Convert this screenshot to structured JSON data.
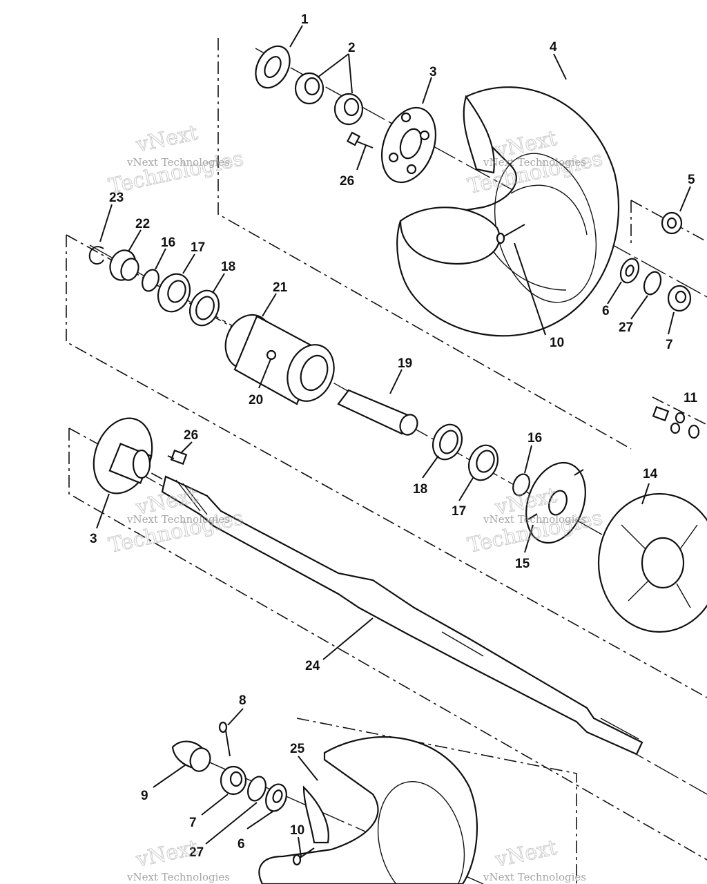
{
  "watermark": {
    "line1": "vNext Technologies",
    "line2": "Technologies",
    "top": "vNext"
  },
  "labels": {
    "p1": "1",
    "p2": "2",
    "p3a": "3",
    "p3b": "3",
    "p4": "4",
    "p5": "5",
    "p6a": "6",
    "p6b": "6",
    "p7a": "7",
    "p7b": "7",
    "p8": "8",
    "p9": "9",
    "p10a": "10",
    "p10b": "10",
    "p11": "11",
    "p14": "14",
    "p15": "15",
    "p16a": "16",
    "p16b": "16",
    "p17a": "17",
    "p17b": "17",
    "p18a": "18",
    "p18b": "18",
    "p19": "19",
    "p20": "20",
    "p21": "21",
    "p22": "22",
    "p23": "23",
    "p24": "24",
    "p25": "25",
    "p26a": "26",
    "p26b": "26",
    "p27a": "27",
    "p27b": "27"
  }
}
